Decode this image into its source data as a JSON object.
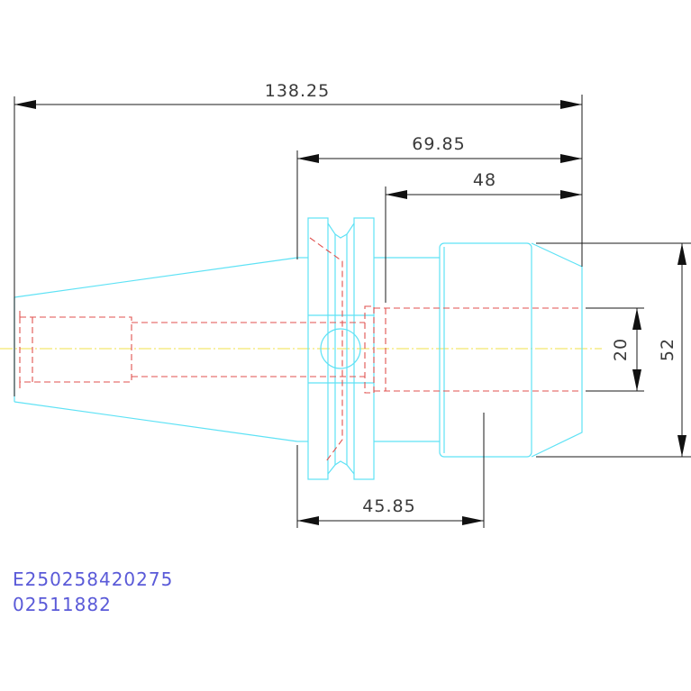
{
  "dimensions": {
    "overall_length": "138.25",
    "body_length": "69.85",
    "chuck_length": "48",
    "flange_to_chuck": "45.85",
    "bore_diameter": "20",
    "chuck_diameter": "52"
  },
  "part_codes": {
    "line1": "E250258420275",
    "line2": "02511882"
  },
  "colors": {
    "outline": "#5fe2f5",
    "hidden_lines": "#e0524f",
    "centerline": "#f2e24a",
    "dimension": "#1a1a1a",
    "code_text": "#5a5ad8",
    "background": "#ffffff"
  }
}
